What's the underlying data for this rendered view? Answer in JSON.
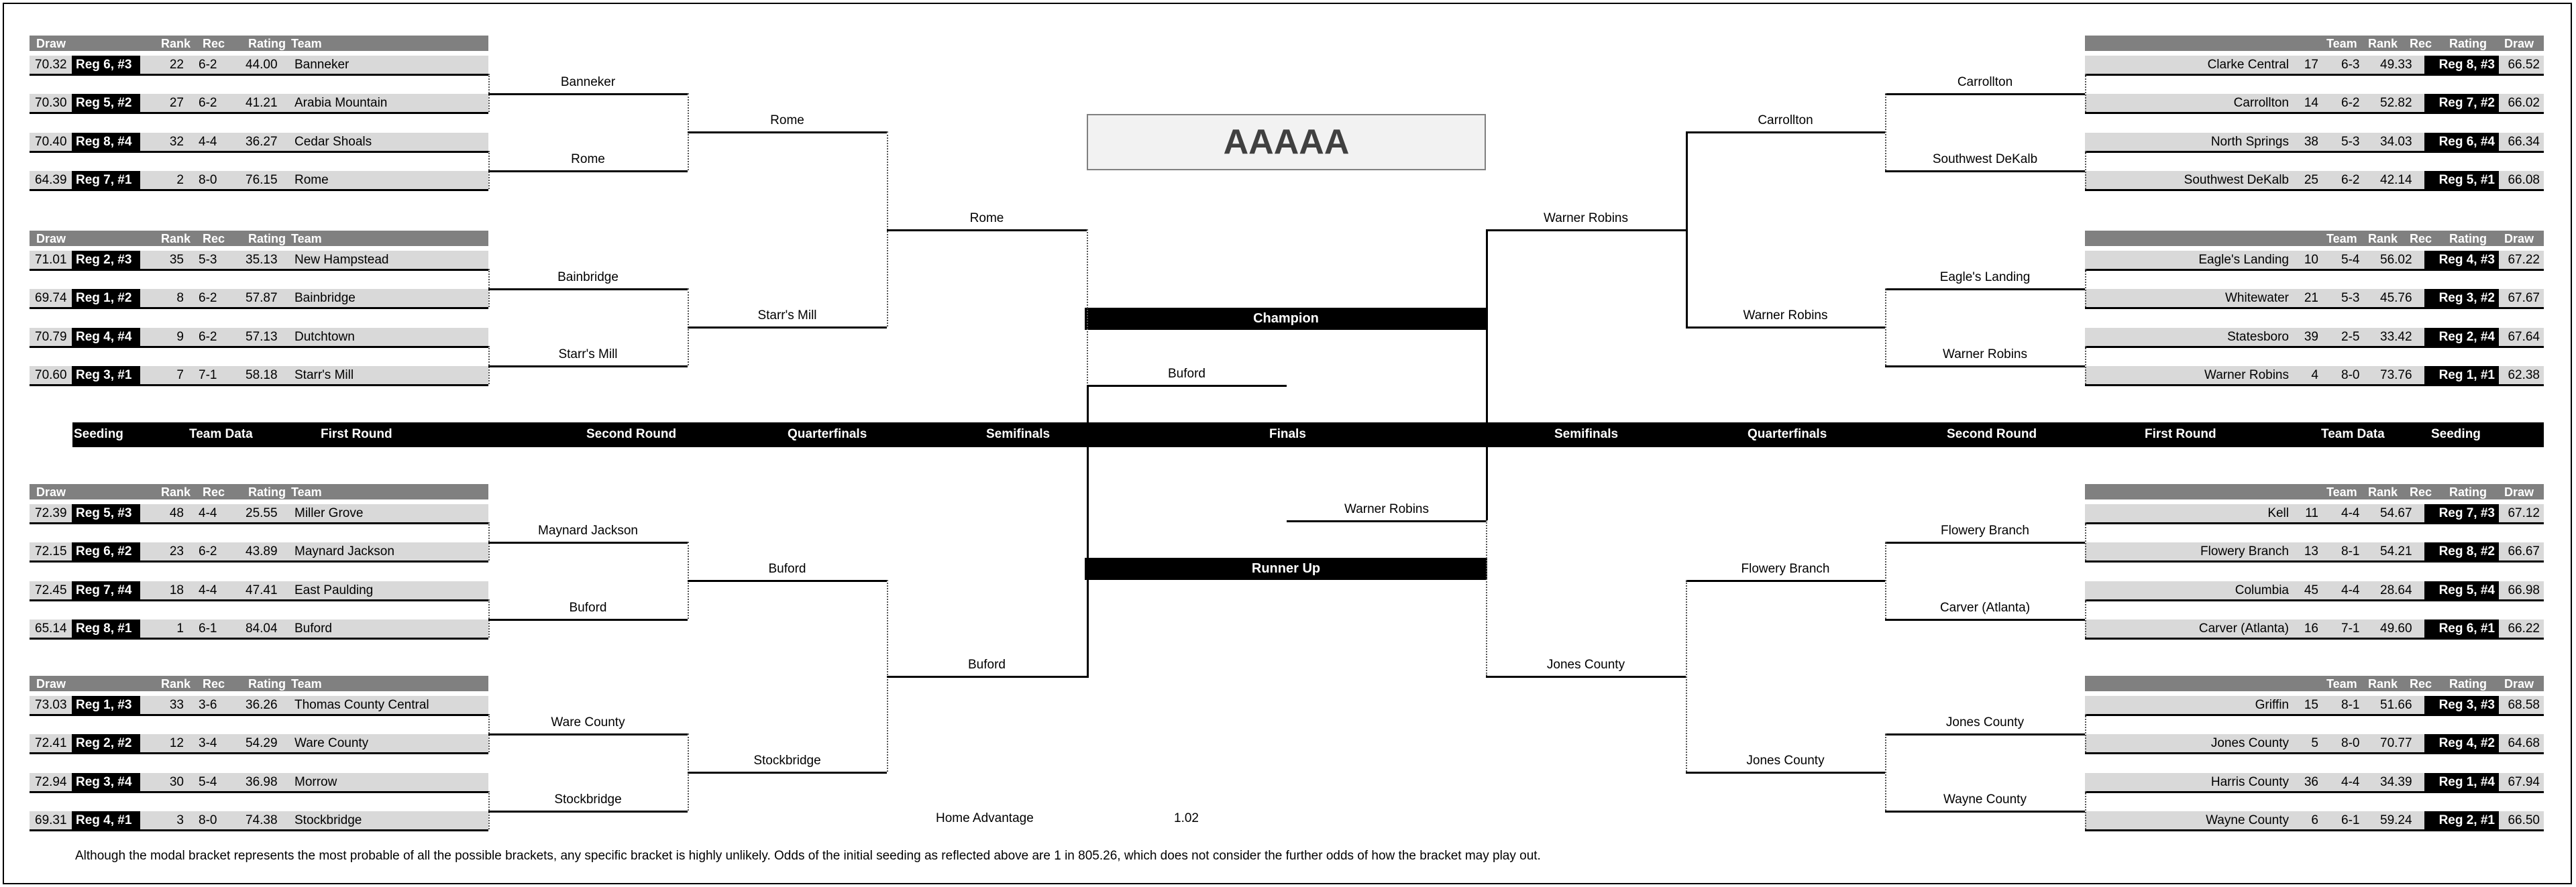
{
  "title": "AAAAA",
  "headers": {
    "draw": "Draw",
    "rank": "Rank",
    "rec": "Rec",
    "rating": "Rating",
    "team": "Team"
  },
  "round_bar": {
    "left": [
      "Seeding",
      "Team Data",
      "First Round",
      "Second Round",
      "Quarterfinals",
      "Semifinals"
    ],
    "center": "Finals",
    "right": [
      "Semifinals",
      "Quarterfinals",
      "Second Round",
      "First Round",
      "Team Data",
      "Seeding"
    ]
  },
  "champion_label": "Champion",
  "runner_up_label": "Runner Up",
  "champion_team": "Buford",
  "runner_up_team": "Warner Robins",
  "home_advantage_label": "Home Advantage",
  "home_advantage_value": "1.02",
  "footnote": "Although the modal bracket represents the most probable of all the possible brackets, any specific bracket is highly unlikely.  Odds of the initial seeding as reflected above are 1 in 805.26, which does not consider the further odds of how the bracket may play out.",
  "left_groups": [
    {
      "teams": [
        {
          "draw": "70.32",
          "seed": "Reg 6, #3",
          "rank": "22",
          "rec": "6-2",
          "rating": "44.00",
          "team": "Banneker"
        },
        {
          "draw": "70.30",
          "seed": "Reg 5, #2",
          "rank": "27",
          "rec": "6-2",
          "rating": "41.21",
          "team": "Arabia Mountain"
        },
        {
          "draw": "70.40",
          "seed": "Reg 8, #4",
          "rank": "32",
          "rec": "4-4",
          "rating": "36.27",
          "team": "Cedar Shoals"
        },
        {
          "draw": "64.39",
          "seed": "Reg 7, #1",
          "rank": "2",
          "rec": "8-0",
          "rating": "76.15",
          "team": "Rome"
        }
      ],
      "second_round": [
        "Banneker",
        "Rome"
      ],
      "quarterfinal": "Rome"
    },
    {
      "teams": [
        {
          "draw": "71.01",
          "seed": "Reg 2, #3",
          "rank": "35",
          "rec": "5-3",
          "rating": "35.13",
          "team": "New Hampstead"
        },
        {
          "draw": "69.74",
          "seed": "Reg 1, #2",
          "rank": "8",
          "rec": "6-2",
          "rating": "57.87",
          "team": "Bainbridge"
        },
        {
          "draw": "70.79",
          "seed": "Reg 4, #4",
          "rank": "9",
          "rec": "6-2",
          "rating": "57.13",
          "team": "Dutchtown"
        },
        {
          "draw": "70.60",
          "seed": "Reg 3, #1",
          "rank": "7",
          "rec": "7-1",
          "rating": "58.18",
          "team": "Starr's Mill"
        }
      ],
      "second_round": [
        "Bainbridge",
        "Starr's Mill"
      ],
      "quarterfinal": "Starr's Mill"
    },
    {
      "teams": [
        {
          "draw": "72.39",
          "seed": "Reg 5, #3",
          "rank": "48",
          "rec": "4-4",
          "rating": "25.55",
          "team": "Miller Grove"
        },
        {
          "draw": "72.15",
          "seed": "Reg 6, #2",
          "rank": "23",
          "rec": "6-2",
          "rating": "43.89",
          "team": "Maynard Jackson"
        },
        {
          "draw": "72.45",
          "seed": "Reg 7, #4",
          "rank": "18",
          "rec": "4-4",
          "rating": "47.41",
          "team": "East Paulding"
        },
        {
          "draw": "65.14",
          "seed": "Reg 8, #1",
          "rank": "1",
          "rec": "6-1",
          "rating": "84.04",
          "team": "Buford"
        }
      ],
      "second_round": [
        "Maynard Jackson",
        "Buford"
      ],
      "quarterfinal": "Buford"
    },
    {
      "teams": [
        {
          "draw": "73.03",
          "seed": "Reg 1, #3",
          "rank": "33",
          "rec": "3-6",
          "rating": "36.26",
          "team": "Thomas County Central"
        },
        {
          "draw": "72.41",
          "seed": "Reg 2, #2",
          "rank": "12",
          "rec": "3-4",
          "rating": "54.29",
          "team": "Ware County"
        },
        {
          "draw": "72.94",
          "seed": "Reg 3, #4",
          "rank": "30",
          "rec": "5-4",
          "rating": "36.98",
          "team": "Morrow"
        },
        {
          "draw": "69.31",
          "seed": "Reg 4, #1",
          "rank": "3",
          "rec": "8-0",
          "rating": "74.38",
          "team": "Stockbridge"
        }
      ],
      "second_round": [
        "Ware County",
        "Stockbridge"
      ],
      "quarterfinal": "Stockbridge"
    }
  ],
  "left_semifinals": [
    "Rome",
    "Buford"
  ],
  "right_groups": [
    {
      "teams": [
        {
          "draw": "66.52",
          "seed": "Reg 8, #3",
          "rank": "17",
          "rec": "6-3",
          "rating": "49.33",
          "team": "Clarke Central"
        },
        {
          "draw": "66.02",
          "seed": "Reg 7, #2",
          "rank": "14",
          "rec": "6-2",
          "rating": "52.82",
          "team": "Carrollton"
        },
        {
          "draw": "66.34",
          "seed": "Reg 6, #4",
          "rank": "38",
          "rec": "5-3",
          "rating": "34.03",
          "team": "North Springs"
        },
        {
          "draw": "66.08",
          "seed": "Reg 5, #1",
          "rank": "25",
          "rec": "6-2",
          "rating": "42.14",
          "team": "Southwest DeKalb"
        }
      ],
      "second_round": [
        "Carrollton",
        "Southwest DeKalb"
      ],
      "quarterfinal": "Carrollton"
    },
    {
      "teams": [
        {
          "draw": "67.22",
          "seed": "Reg 4, #3",
          "rank": "10",
          "rec": "5-4",
          "rating": "56.02",
          "team": "Eagle's Landing"
        },
        {
          "draw": "67.67",
          "seed": "Reg 3, #2",
          "rank": "21",
          "rec": "5-3",
          "rating": "45.76",
          "team": "Whitewater"
        },
        {
          "draw": "67.64",
          "seed": "Reg 2, #4",
          "rank": "39",
          "rec": "2-5",
          "rating": "33.42",
          "team": "Statesboro"
        },
        {
          "draw": "62.38",
          "seed": "Reg 1, #1",
          "rank": "4",
          "rec": "8-0",
          "rating": "73.76",
          "team": "Warner Robins"
        }
      ],
      "second_round": [
        "Eagle's Landing",
        "Warner Robins"
      ],
      "quarterfinal": "Warner Robins"
    },
    {
      "teams": [
        {
          "draw": "67.12",
          "seed": "Reg 7, #3",
          "rank": "11",
          "rec": "4-4",
          "rating": "54.67",
          "team": "Kell"
        },
        {
          "draw": "66.67",
          "seed": "Reg 8, #2",
          "rank": "13",
          "rec": "8-1",
          "rating": "54.21",
          "team": "Flowery Branch"
        },
        {
          "draw": "66.98",
          "seed": "Reg 5, #4",
          "rank": "45",
          "rec": "4-4",
          "rating": "28.64",
          "team": "Columbia"
        },
        {
          "draw": "66.22",
          "seed": "Reg 6, #1",
          "rank": "16",
          "rec": "7-1",
          "rating": "49.60",
          "team": "Carver (Atlanta)"
        }
      ],
      "second_round": [
        "Flowery Branch",
        "Carver (Atlanta)"
      ],
      "quarterfinal": "Flowery Branch"
    },
    {
      "teams": [
        {
          "draw": "68.58",
          "seed": "Reg 3, #3",
          "rank": "15",
          "rec": "8-1",
          "rating": "51.66",
          "team": "Griffin"
        },
        {
          "draw": "64.68",
          "seed": "Reg 4, #2",
          "rank": "5",
          "rec": "8-0",
          "rating": "70.77",
          "team": "Jones County"
        },
        {
          "draw": "67.94",
          "seed": "Reg 1, #4",
          "rank": "36",
          "rec": "4-4",
          "rating": "34.39",
          "team": "Harris County"
        },
        {
          "draw": "66.50",
          "seed": "Reg 2, #1",
          "rank": "6",
          "rec": "6-1",
          "rating": "59.24",
          "team": "Wayne County"
        }
      ],
      "second_round": [
        "Jones County",
        "Wayne County"
      ],
      "quarterfinal": "Jones County"
    }
  ],
  "right_semifinals": [
    "Warner Robins",
    "Jones County"
  ]
}
